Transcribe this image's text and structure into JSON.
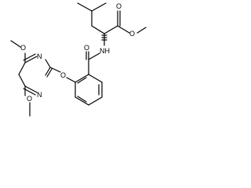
{
  "structure": {
    "atoms": {
      "o_carbonyl_ester": "O",
      "o_ester": "O",
      "o_amide": "O",
      "nh": "NH",
      "n_pyrimidine_1": "N",
      "n_pyrimidine_2": "N",
      "o_ether_bridge": "O",
      "o_methoxy_top": "O",
      "o_methoxy_bottom": "O"
    },
    "colors": {
      "ink": "#000000",
      "background": "#ffffff"
    }
  }
}
